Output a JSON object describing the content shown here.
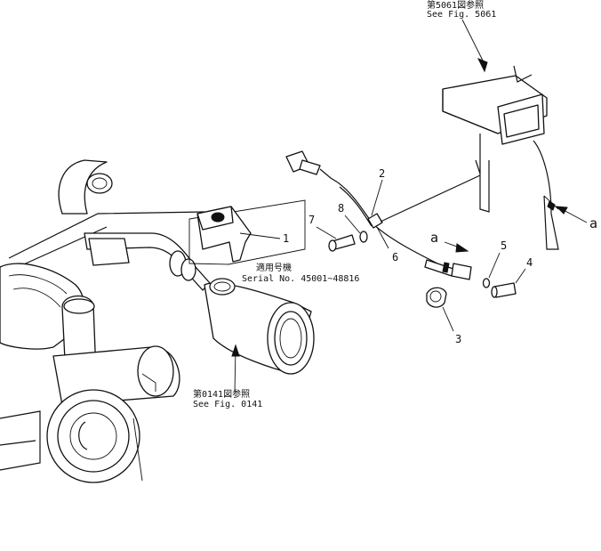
{
  "callouts": {
    "c1": "1",
    "c2": "2",
    "c3": "3",
    "c4": "4",
    "c5": "5",
    "c6": "6",
    "c7": "7",
    "c8": "8",
    "a_right": "a",
    "a_mid": "a"
  },
  "references": {
    "fig5061_jp": "第5061図参照",
    "fig5061_en": "See Fig. 5061",
    "fig0141_jp": "第0141図参照",
    "fig0141_en": "See Fig. 0141",
    "serial_jp": "適用号機",
    "serial_en": "Serial No. 45001~48816"
  }
}
